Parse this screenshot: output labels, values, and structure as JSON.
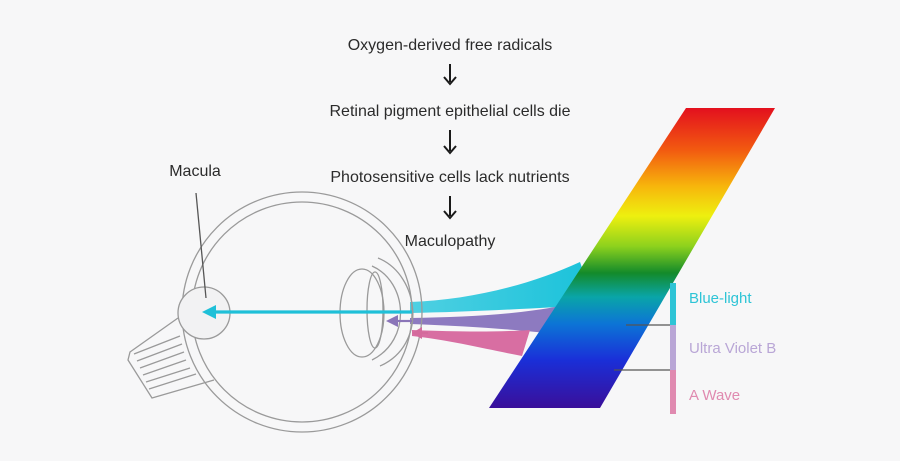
{
  "flow_steps": [
    "Oxygen-derived free radicals",
    "Retinal pigment epithelial cells die",
    "Photosensitive cells lack nutrients",
    "Maculopathy"
  ],
  "eye_label": "Macula",
  "light_bands": [
    {
      "label": "Blue-light",
      "color": "#2ec4d6"
    },
    {
      "label": "Ultra Violet B",
      "color": "#b9a6d6"
    },
    {
      "label": "A Wave",
      "color": "#e08ab0"
    }
  ],
  "colors": {
    "background": "#f7f7f8",
    "eye_outline": "#9a9a9a",
    "text": "#2b2b2b",
    "blue_arrow": "#1fc0d8",
    "violet_arrow": "#8a75b8",
    "pink_arrow": "#d46a9c"
  }
}
